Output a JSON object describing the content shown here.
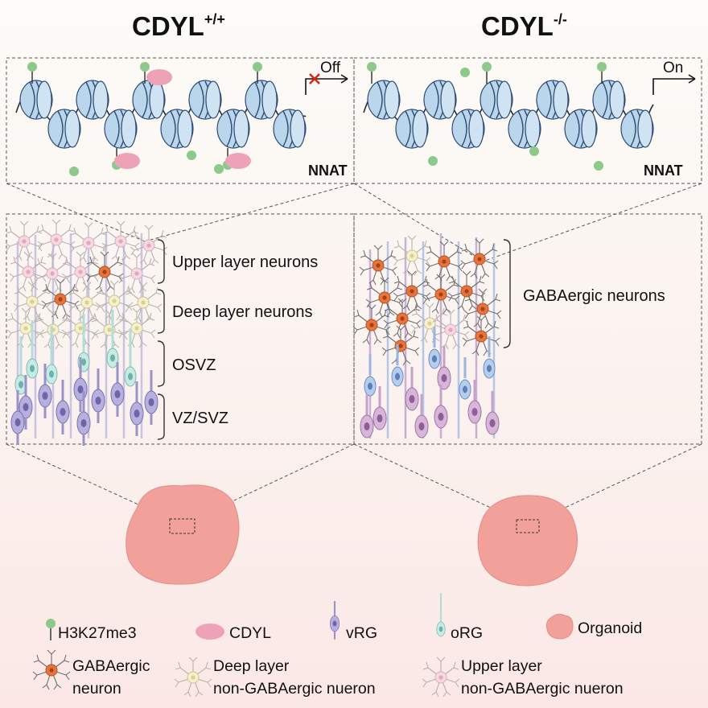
{
  "left_panel": {
    "title": "CDYL",
    "title_sup": "+/+",
    "gene": "NNAT",
    "switch_label": "Off",
    "layers": [
      "Upper layer neurons",
      "Deep layer neurons",
      "OSVZ",
      "VZ/SVZ"
    ]
  },
  "right_panel": {
    "title": "CDYL",
    "title_sup": "-/-",
    "gene": "NNAT",
    "switch_label": "On",
    "layers": [
      "GABAergic neurons"
    ]
  },
  "legend": {
    "h3k27me3": "H3K27me3",
    "cdyl": "CDYL",
    "vrg": "vRG",
    "org": "oRG",
    "organoid": "Organoid",
    "gaba_line1": "GABAergic",
    "gaba_line2": "neuron",
    "deep_line1": "Deep layer",
    "deep_line2": "non-GABAergic nueron",
    "upper_line1": "Upper layer",
    "upper_line2": "non-GABAergic nueron"
  },
  "colors": {
    "nucleosome": "#b9d6ec",
    "nucleosome_band": "#4a6b9a",
    "h3k27me3": "#8cc98a",
    "cdyl": "#eea2b8",
    "organoid": "#f2a19a",
    "gaba_neuron": "#e9733d",
    "vrg": "#9a93c8",
    "org": "#a9d9d6"
  }
}
